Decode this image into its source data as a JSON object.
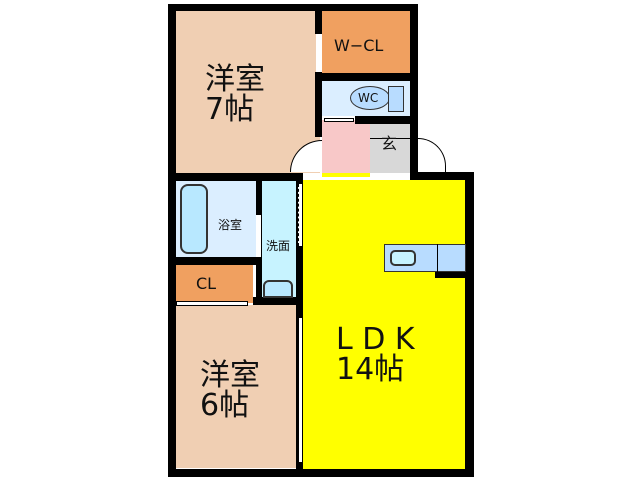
{
  "floorplan": {
    "rooms": [
      {
        "id": "western-room-1",
        "name": "洋室",
        "size": "7帖",
        "color": "#f0cfb3"
      },
      {
        "id": "walk-in-closet",
        "name": "W−CL",
        "color": "#f0a060"
      },
      {
        "id": "wc",
        "name": "WC",
        "color": "#dbeeff"
      },
      {
        "id": "entrance",
        "name": "玄",
        "color": "#d8d8d8"
      },
      {
        "id": "hallway",
        "name": "",
        "color": "#f8c8c8"
      },
      {
        "id": "bathroom",
        "name": "浴室",
        "color": "#dbeeff"
      },
      {
        "id": "washroom",
        "name": "洗面",
        "color": "#c7f3ff"
      },
      {
        "id": "closet",
        "name": "CL",
        "color": "#f0a060"
      },
      {
        "id": "western-room-2",
        "name": "洋室",
        "size": "6帖",
        "color": "#f0cfb3"
      },
      {
        "id": "ldk",
        "name": "LDK",
        "size": "14帖",
        "color": "#ffff00"
      }
    ],
    "labels": {
      "room1_name": "洋室",
      "room1_size": "7帖",
      "wcl": "W−CL",
      "wc": "WC",
      "genkan": "玄",
      "bath": "浴室",
      "wash": "洗面",
      "cl": "CL",
      "room2_name": "洋室",
      "room2_size": "6帖",
      "ldk_name": "L D K",
      "ldk_size": "14帖"
    },
    "colors": {
      "wall": "#000000",
      "fixture": "#b8dcff",
      "water": "#c7f3ff"
    }
  }
}
